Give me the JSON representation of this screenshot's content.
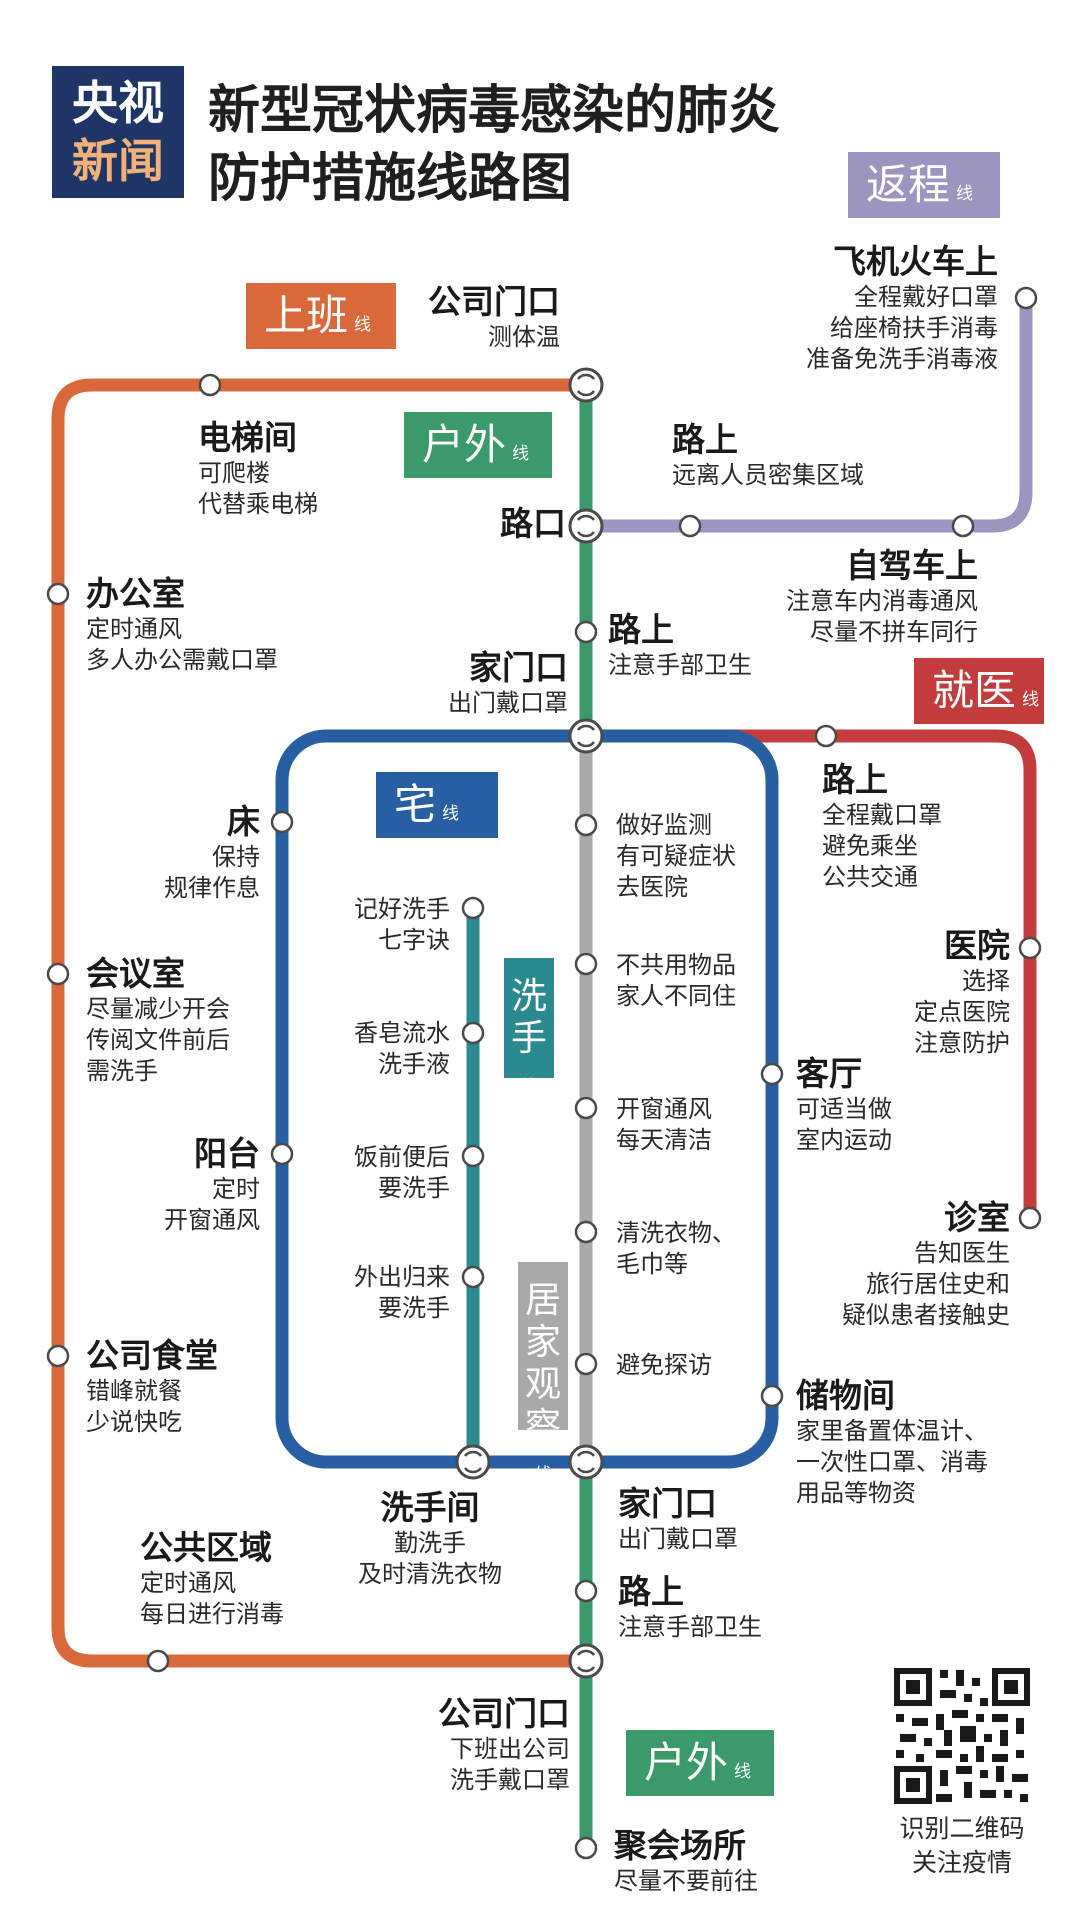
{
  "logo": {
    "line1": "央视",
    "line2": "新闻"
  },
  "title": {
    "line1": "新型冠状病毒感染的肺炎",
    "line2": "防护措施线路图"
  },
  "colors": {
    "work": "#d9693a",
    "outdoor": "#3a9a6a",
    "return": "#9b95bf",
    "home": "#285ea2",
    "hospital": "#c23c3b",
    "wash": "#2b8a8f",
    "observe": "#a9a9a9",
    "title": "#1f3566"
  },
  "lines": {
    "work": {
      "name": "上班",
      "suffix": "线"
    },
    "outdoor_top": {
      "name": "户外",
      "suffix": "线"
    },
    "return": {
      "name": "返程",
      "suffix": "线"
    },
    "hospital": {
      "name": "就医",
      "suffix": "线"
    },
    "home": {
      "name": "宅",
      "suffix": "线"
    },
    "wash": {
      "name": "洗手",
      "suffix": "线"
    },
    "observe": {
      "name": "居家观察",
      "suffix": "线"
    },
    "outdoor_bottom": {
      "name": "户外",
      "suffix": "线"
    }
  },
  "stations": {
    "company_gate_top": {
      "name": "公司门口",
      "desc": [
        "测体温"
      ]
    },
    "elevator": {
      "name": "电梯间",
      "desc": [
        "可爬楼",
        "代替乘电梯"
      ]
    },
    "office": {
      "name": "办公室",
      "desc": [
        "定时通风",
        "多人办公需戴口罩"
      ]
    },
    "intersection": {
      "name": "路口",
      "desc": []
    },
    "road_return": {
      "name": "路上",
      "desc": [
        "远离人员密集区域"
      ]
    },
    "plane_train": {
      "name": "飞机火车上",
      "desc": [
        "全程戴好口罩",
        "给座椅扶手消毒",
        "准备免洗手消毒液"
      ]
    },
    "self_drive": {
      "name": "自驾车上",
      "desc": [
        "注意车内消毒通风",
        "尽量不拼车同行"
      ]
    },
    "road_top": {
      "name": "路上",
      "desc": [
        "注意手部卫生"
      ]
    },
    "home_gate_top": {
      "name": "家门口",
      "desc": [
        "出门戴口罩"
      ]
    },
    "road_hospital": {
      "name": "路上",
      "desc": [
        "全程戴口罩",
        "避免乘坐",
        "公共交通"
      ]
    },
    "hospital": {
      "name": "医院",
      "desc": [
        "选择",
        "定点医院",
        "注意防护"
      ]
    },
    "clinic": {
      "name": "诊室",
      "desc": [
        "告知医生",
        "旅行居住史和",
        "疑似患者接触史"
      ]
    },
    "bed": {
      "name": "床",
      "desc": [
        "保持",
        "规律作息"
      ]
    },
    "meeting": {
      "name": "会议室",
      "desc": [
        "尽量减少开会",
        "传阅文件前后",
        "需洗手"
      ]
    },
    "balcony": {
      "name": "阳台",
      "desc": [
        "定时",
        "开窗通风"
      ]
    },
    "canteen": {
      "name": "公司食堂",
      "desc": [
        "错峰就餐",
        "少说快吃"
      ]
    },
    "public_area": {
      "name": "公共区域",
      "desc": [
        "定时通风",
        "每日进行消毒"
      ]
    },
    "living_room": {
      "name": "客厅",
      "desc": [
        "可适当做",
        "室内运动"
      ]
    },
    "storage": {
      "name": "储物间",
      "desc": [
        "家里备置体温计、",
        "一次性口罩、消毒",
        "用品等物资"
      ]
    },
    "wash_1": {
      "desc": [
        "记好洗手",
        "七字诀"
      ]
    },
    "wash_2": {
      "desc": [
        "香皂流水",
        "洗手液"
      ]
    },
    "wash_3": {
      "desc": [
        "饭前便后",
        "要洗手"
      ]
    },
    "wash_4": {
      "desc": [
        "外出归来",
        "要洗手"
      ]
    },
    "obs_1": {
      "desc": [
        "做好监测",
        "有可疑症状",
        "去医院"
      ]
    },
    "obs_2": {
      "desc": [
        "不共用物品",
        "家人不同住"
      ]
    },
    "obs_3": {
      "desc": [
        "开窗通风",
        "每天清洁"
      ]
    },
    "obs_4": {
      "desc": [
        "清洗衣物、",
        "毛巾等"
      ]
    },
    "obs_5": {
      "desc": [
        "避免探访"
      ]
    },
    "washroom": {
      "name": "洗手间",
      "desc": [
        "勤洗手",
        "及时清洗衣物"
      ]
    },
    "home_gate_bottom": {
      "name": "家门口",
      "desc": [
        "出门戴口罩"
      ]
    },
    "road_bottom": {
      "name": "路上",
      "desc": [
        "注意手部卫生"
      ]
    },
    "company_gate_bottom": {
      "name": "公司门口",
      "desc": [
        "下班出公司",
        "洗手戴口罩"
      ]
    },
    "gathering": {
      "name": "聚会场所",
      "desc": [
        "尽量不要前往"
      ]
    }
  },
  "qr": {
    "caption": [
      "识别二维码",
      "关注疫情"
    ]
  }
}
